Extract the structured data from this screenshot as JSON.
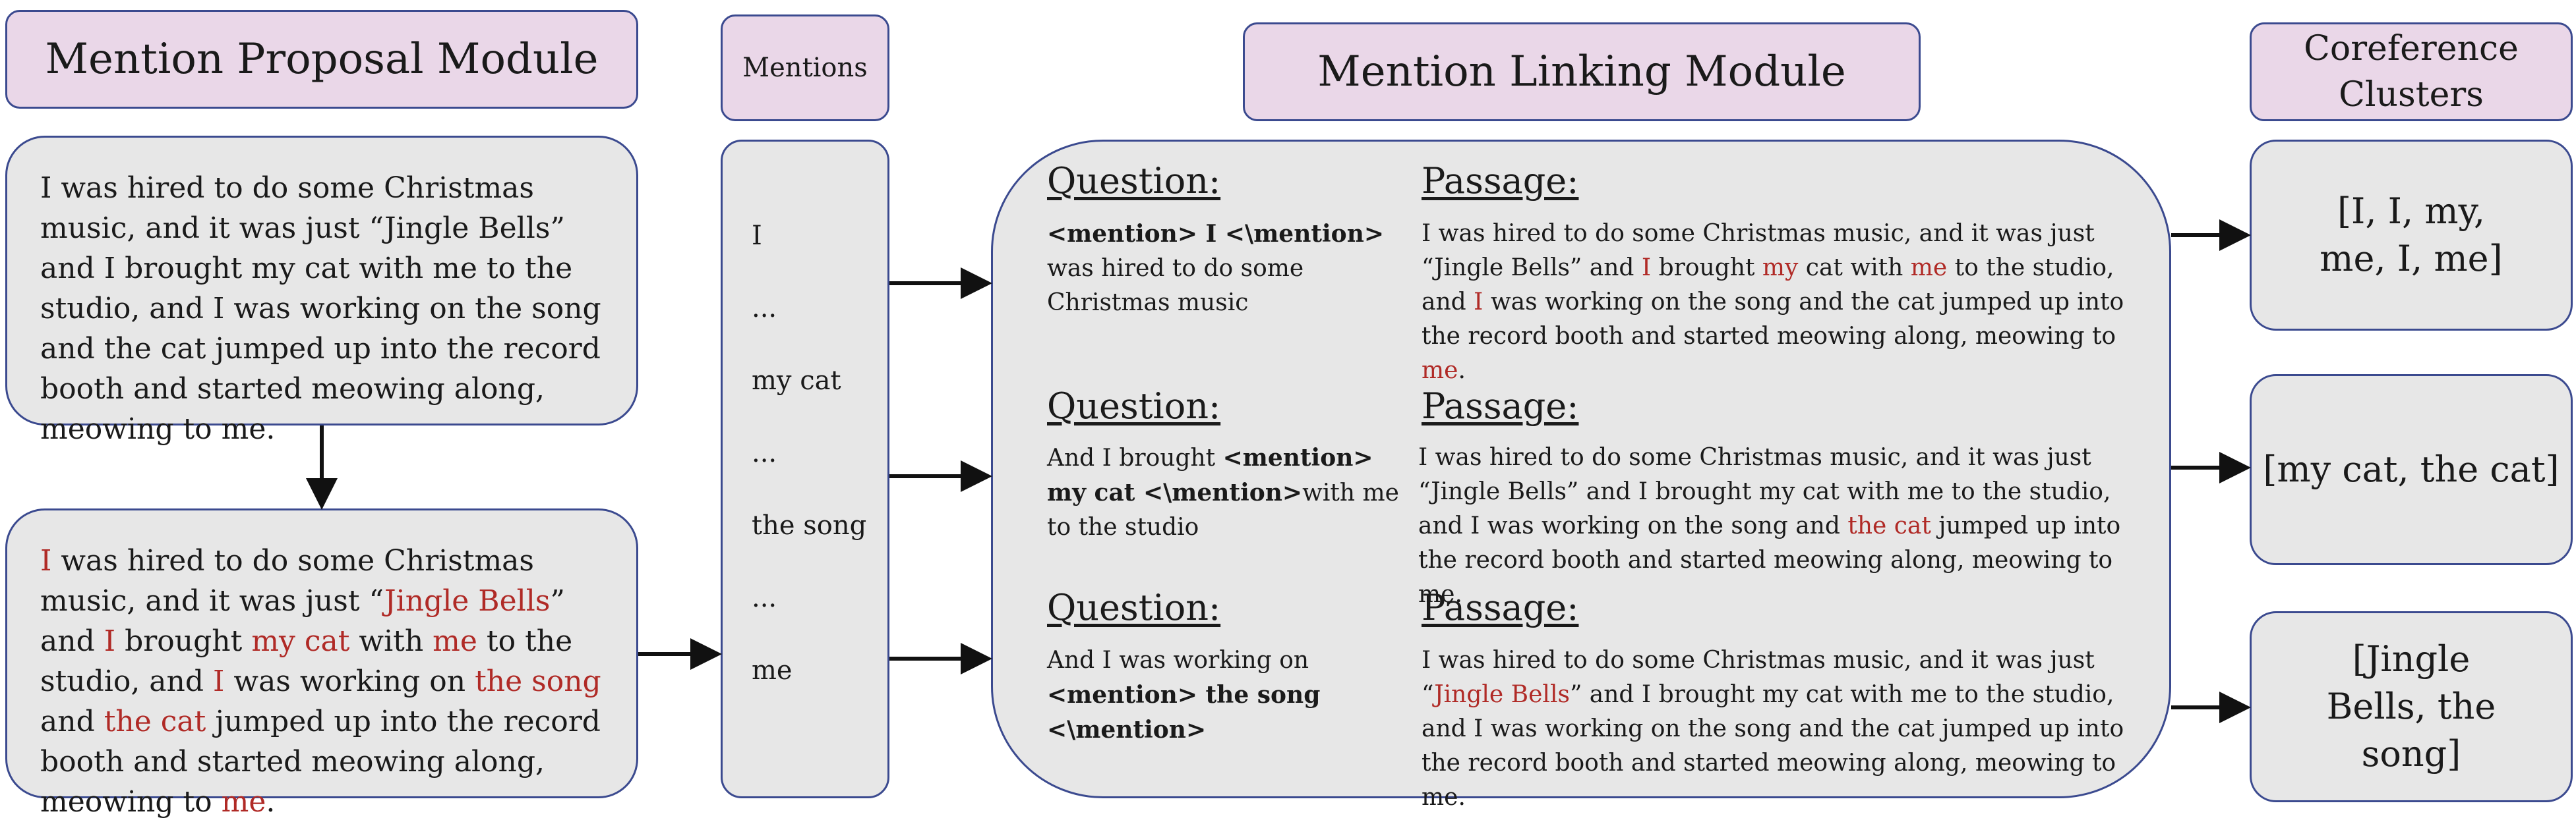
{
  "headers": {
    "proposal": "Mention Proposal Module",
    "mentions": "Mentions",
    "linking": "Mention Linking Module",
    "clusters": "Coreference Clusters"
  },
  "passage_top": "I was hired to do some Christmas music, and it was just “Jingle Bells” and I brought my cat with me to the studio, and I was working on the song and the cat jumped up into the record booth and started meowing along, meowing to me.",
  "passage_bottom": [
    {
      "t": "I",
      "hl": true
    },
    {
      "t": " was hired to do some Christmas music, and it was just “",
      "hl": false
    },
    {
      "t": "Jingle Bells",
      "hl": true
    },
    {
      "t": "” and ",
      "hl": false
    },
    {
      "t": "I",
      "hl": true
    },
    {
      "t": " brought ",
      "hl": false
    },
    {
      "t": "my cat",
      "hl": true
    },
    {
      "t": " with ",
      "hl": false
    },
    {
      "t": "me",
      "hl": true
    },
    {
      "t": " to the studio, and ",
      "hl": false
    },
    {
      "t": "I",
      "hl": true
    },
    {
      "t": " was working on ",
      "hl": false
    },
    {
      "t": "the song",
      "hl": true
    },
    {
      "t": " and ",
      "hl": false
    },
    {
      "t": "the cat",
      "hl": true
    },
    {
      "t": " jumped up into the record booth and started meowing along, meowing to ",
      "hl": false
    },
    {
      "t": "me",
      "hl": true
    },
    {
      "t": ".",
      "hl": false
    }
  ],
  "mentions_list": [
    "I",
    "...",
    "my cat",
    "...",
    "the song",
    "...",
    "me"
  ],
  "linking": {
    "question_label": "Question:",
    "passage_label": "Passage:",
    "rows": [
      {
        "question": [
          {
            "t": "<mention> I <\\mention>",
            "b": true
          },
          {
            "t": " was hired to do some Christmas music",
            "b": false
          }
        ],
        "passage": [
          {
            "t": "I was hired to do some Christmas music, and it was just “Jingle Bells” and ",
            "hl": false
          },
          {
            "t": "I",
            "hl": true
          },
          {
            "t": " brought ",
            "hl": false
          },
          {
            "t": "my",
            "hl": true
          },
          {
            "t": " cat with ",
            "hl": false
          },
          {
            "t": "me",
            "hl": true
          },
          {
            "t": " to the studio, and ",
            "hl": false
          },
          {
            "t": "I",
            "hl": true
          },
          {
            "t": " was working on the song and the cat jumped up into the record booth and started meowing along, meowing to ",
            "hl": false
          },
          {
            "t": "me",
            "hl": true
          },
          {
            "t": ".",
            "hl": false
          }
        ]
      },
      {
        "question": [
          {
            "t": "And I brought ",
            "b": false
          },
          {
            "t": "<mention> my cat <\\mention>",
            "b": true
          },
          {
            "t": "with me to the studio",
            "b": false
          }
        ],
        "passage": [
          {
            "t": "I was hired to do some Christmas music, and it was just “Jingle Bells” and I brought my cat with me to the studio, and I was working on the song and ",
            "hl": false
          },
          {
            "t": "the cat",
            "hl": true
          },
          {
            "t": " jumped up into the record booth and started meowing along, meowing to me.",
            "hl": false
          }
        ]
      },
      {
        "question": [
          {
            "t": "And I was working on ",
            "b": false
          },
          {
            "t": "<mention> the song <\\mention>",
            "b": true
          }
        ],
        "passage": [
          {
            "t": "I was hired to do some Christmas music, and it was just “",
            "hl": false
          },
          {
            "t": "Jingle Bells",
            "hl": true
          },
          {
            "t": "” and I brought my cat with me to the studio, and I was working on the song and the cat jumped up into the record booth and started meowing along, meowing to me.",
            "hl": false
          }
        ]
      }
    ]
  },
  "clusters": [
    "[I, I, my, me, I, me]",
    "[my cat, the cat]",
    "[Jingle Bells, the song]"
  ],
  "colors": {
    "highlight": "#b02a26",
    "border": "#3b4a8f",
    "header_fill": "#ead7e8",
    "box_fill": "#e7e7e7"
  }
}
